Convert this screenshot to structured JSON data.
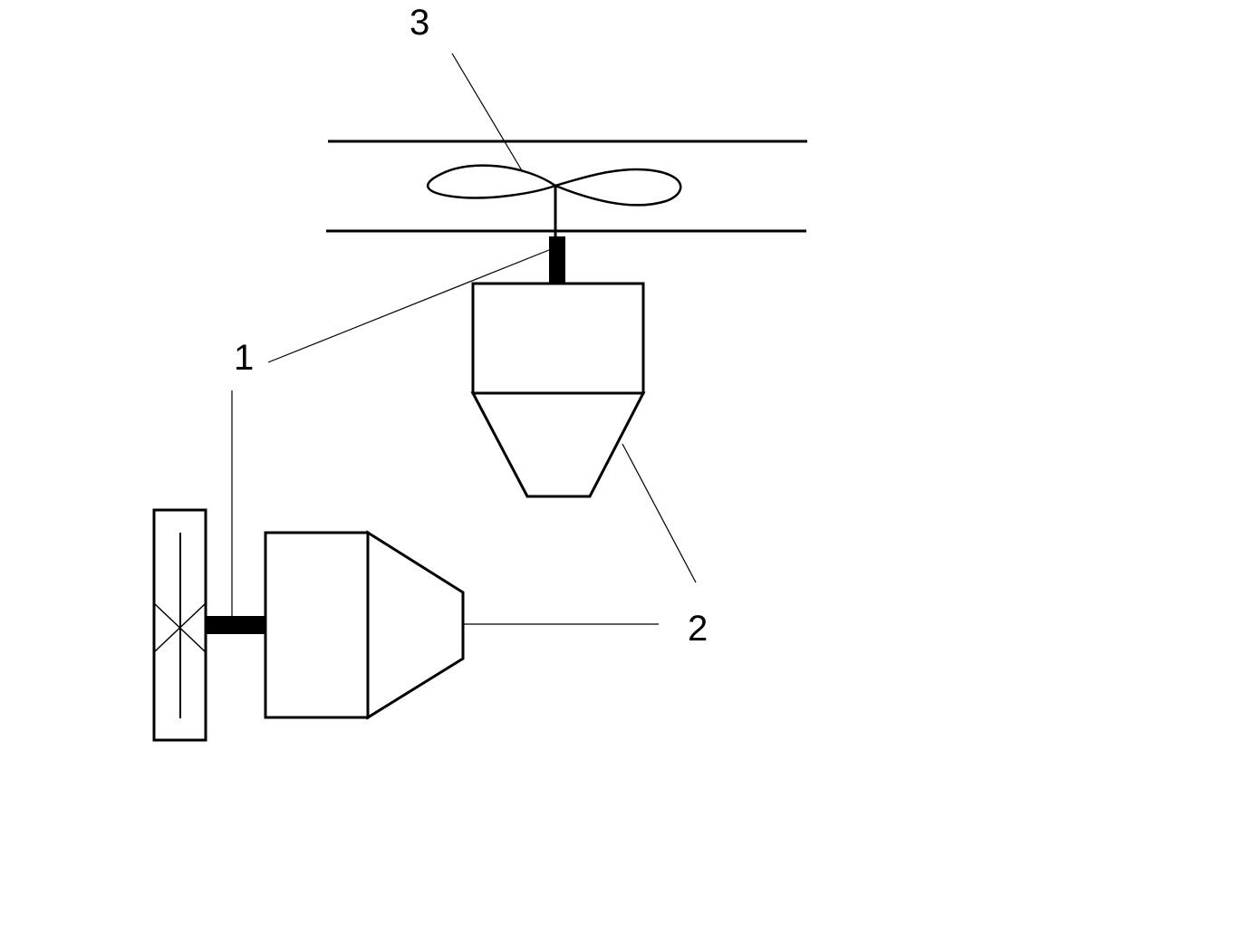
{
  "diagram": {
    "colors": {
      "stroke": "#000000",
      "background": "#ffffff"
    },
    "callouts": [
      {
        "id": "label-1",
        "text": "1"
      },
      {
        "id": "label-2",
        "text": "2"
      },
      {
        "id": "label-3",
        "text": "3"
      }
    ]
  }
}
